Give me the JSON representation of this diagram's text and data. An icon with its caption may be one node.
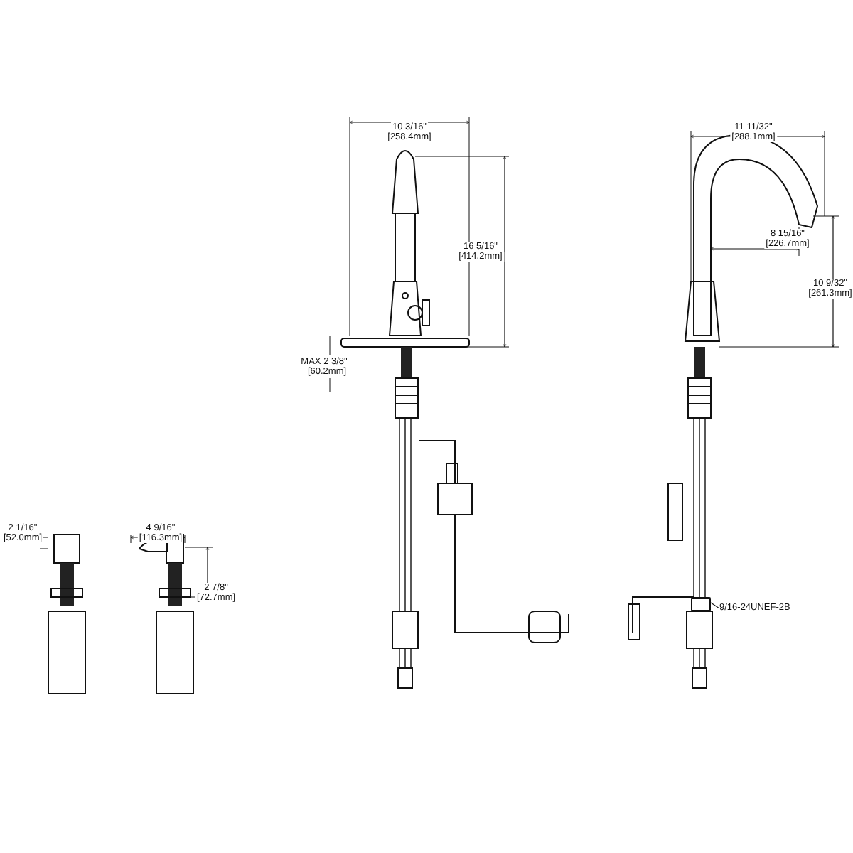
{
  "diagram": {
    "nodes": [
      {
        "text": [
          "9/16-24UNEF-2B"
        ]
      },
      {
        "text": [],
        "shape": "bar"
      }
    ],
    "edges": [
      {
        "from": 0,
        "to": 1,
        "arrow": "none"
      }
    ],
    "labels": [
      "10 3/16\"",
      "[258.4mm]",
      "16 5/16\"",
      "[414.2mm]",
      "MAX 2 3/8\"",
      "[60.2mm]",
      "11 11/32\"",
      "[288.1mm]",
      "8 15/16\"",
      "[226.7mm]",
      "10 9/32\"",
      "[261.3mm]",
      "2 1/16\"",
      "[52.0mm]",
      "4 9/16\"",
      "[116.3mm]",
      "2 7/8\"",
      "[72.7mm]"
    ]
  }
}
